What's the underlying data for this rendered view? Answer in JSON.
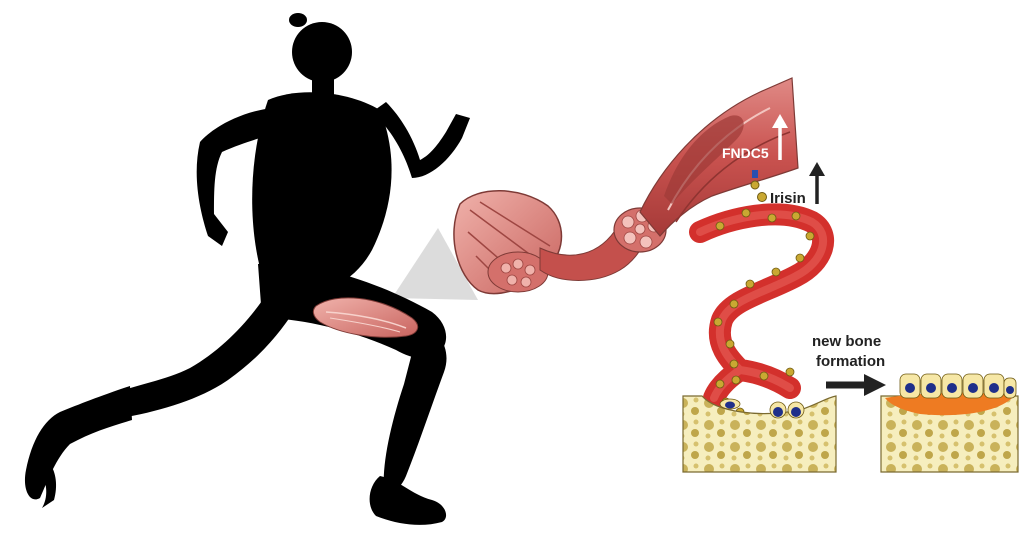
{
  "labels": {
    "fndc5": "FNDC5",
    "irisin": "Irisin",
    "new_bone_line1": "new bone",
    "new_bone_line2": "formation"
  }
}
